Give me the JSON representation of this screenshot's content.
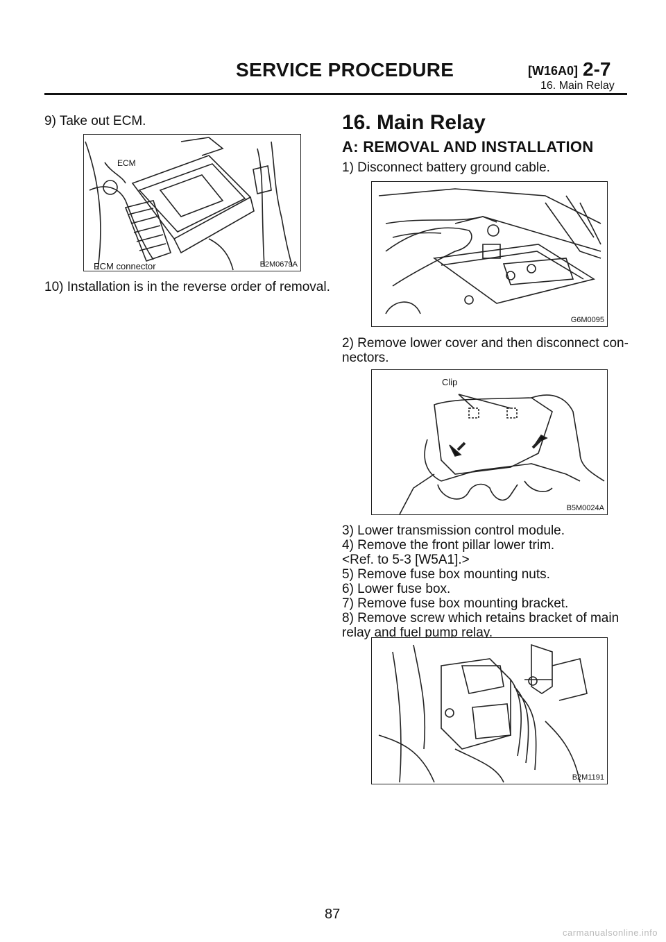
{
  "header": {
    "title": "SERVICE PROCEDURE",
    "code": "[W16A0]",
    "section_num": "2-7",
    "subtitle": "16. Main Relay"
  },
  "left": {
    "step9": "9) Take out ECM.",
    "fig1": {
      "id": "B2M0679A",
      "label_ecm": "ECM",
      "label_connector": "ECM connector"
    },
    "step10": "10) Installation is in the reverse order of removal."
  },
  "right": {
    "section_title": "16. Main Relay",
    "subsection_title": "A: REMOVAL AND INSTALLATION",
    "step1": "1) Disconnect battery ground cable.",
    "fig2": {
      "id": "G6M0095"
    },
    "step2_line1": "2) Remove lower cover and then disconnect con-",
    "step2_line2": "nectors.",
    "fig3": {
      "id": "B5M0024A",
      "label_clip": "Clip"
    },
    "step3": "3) Lower transmission control module.",
    "step4_line1": "4) Remove the front pillar lower trim.",
    "step4_line2": "<Ref. to 5-3 [W5A1].>",
    "step5": "5) Remove fuse box mounting nuts.",
    "step6": "6) Lower fuse box.",
    "step7": "7) Remove fuse box mounting bracket.",
    "step8_line1": "8) Remove screw which retains bracket of main",
    "step8_line2": "relay and fuel pump relay.",
    "fig4": {
      "id": "B2M1191"
    }
  },
  "page_number": "87",
  "footer": "carmanualsonline.info"
}
